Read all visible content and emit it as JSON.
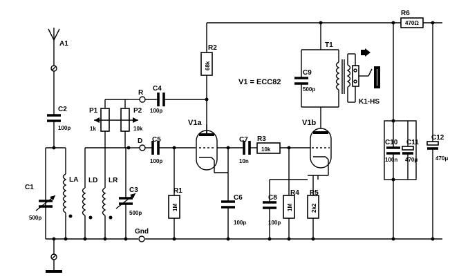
{
  "labels": {
    "antenna": "A1",
    "c2": "C2",
    "c2_val": "100p",
    "c1": "C1",
    "c1_val": "500p",
    "la": "LA",
    "ld": "LD",
    "lr": "LR",
    "c3": "C3",
    "c3_val": "500p",
    "p1": "P1",
    "p1_val": "1k",
    "p2": "P2",
    "p2_val": "10k",
    "r_term": "R",
    "d_term": "D",
    "gnd_term": "Gnd",
    "c4": "C4",
    "c4_val": "100p",
    "c5": "C5",
    "c5_val": "100p",
    "r1": "R1",
    "r1_val": "1M",
    "r2": "R2",
    "r2_val": "68k",
    "v1a": "V1a",
    "tube_title": "V1 = ECC82",
    "c6": "C6",
    "c6_val": "100p",
    "c7": "C7",
    "c7_val": "10n",
    "r3": "R3",
    "r3_val": "10k",
    "v1b": "V1b",
    "c8": "C8",
    "c8_val": "100p",
    "r4": "R4",
    "r4_val": "1M",
    "r5": "R5",
    "r5_val": "2k2",
    "t1": "T1",
    "c9": "C9",
    "c9_val": "500p",
    "k1": "K1-HS",
    "r6": "R6",
    "r6_val": "470Ω",
    "c10": "C10",
    "c10_val": "100n",
    "c11": "C11",
    "c11_val": "470μ",
    "c12": "C12",
    "c12_val": "470μ"
  }
}
